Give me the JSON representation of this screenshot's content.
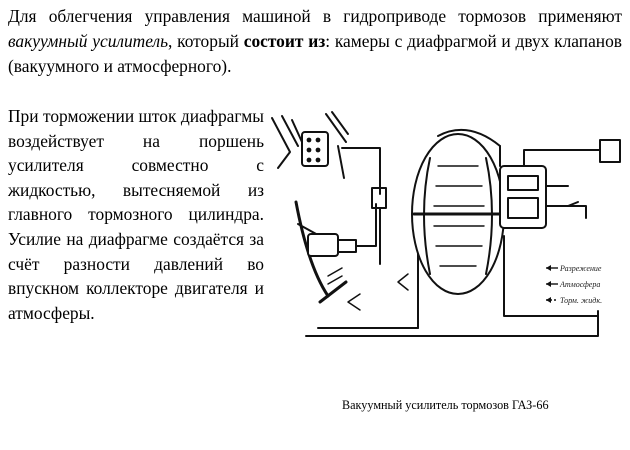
{
  "intro": {
    "part1": "Для облегчения управления машиной в гидроприводе тормозов применяют ",
    "term": "вакуумный усилитель",
    "part2": ", который ",
    "bold": "состоит из",
    "part3": ": камеры с диафрагмой и двух клапанов (вакуумного и атмосферного)."
  },
  "side_text": "При торможении шток диафрагмы воздействует на поршень усилителя совместно с жидкостью, вытесняемой из главного тормозного цилиндра. Усилие на диафрагме создаётся за счёт разности давлений во впускном коллекторе двигателя и атмосферы.",
  "figure": {
    "legend": [
      {
        "label": "Разрежение",
        "icon": "arrow-left-icon"
      },
      {
        "label": "Атмосфера",
        "icon": "arrow-left-icon"
      },
      {
        "label": "Торм. жидк.",
        "icon": "arrow-left-icon"
      }
    ],
    "caption": "Вакуумный усилитель тормозов ГАЗ-66"
  }
}
